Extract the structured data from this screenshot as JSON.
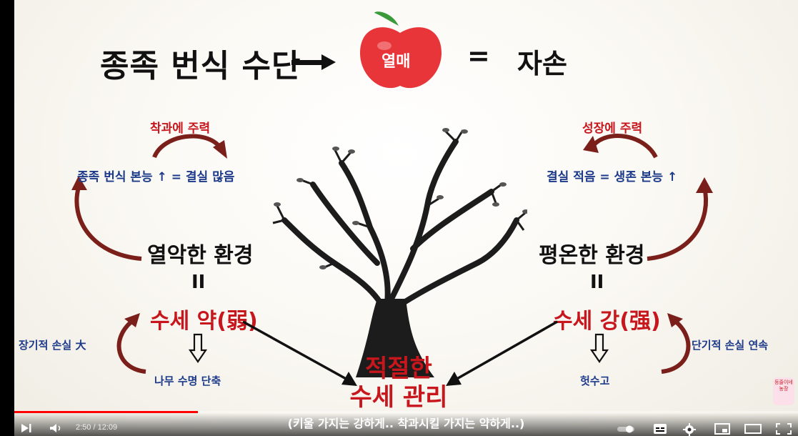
{
  "slide": {
    "title": "종족 번식 수단",
    "apple_label": "열매",
    "equals": "=",
    "result": "자손",
    "left_caption_top": "착과에 주력",
    "left_instinct": "종족 번식 본능 ↑  = 결실 많음",
    "left_env": "열악한 환경",
    "left_equal": "II",
    "left_species": "수세 약(弱)",
    "left_side": "장기적 손실 大",
    "left_bottom": "나무 수명 단축",
    "right_caption_top": "성장에 주력",
    "right_instinct": "결실 적음 = 생존 본능 ↑",
    "right_env": "평온한 환경",
    "right_equal": "II",
    "right_species": "수세 강(强)",
    "right_side": "단기적 손실 연속",
    "right_bottom": "헛수고",
    "center_line1": "적절한",
    "center_line2": "수세 관리",
    "subtitle": "(키울 가지는 강하게.. 착과시킬 가지는 약하게..)",
    "watermark": "등줄이네 농장"
  },
  "player": {
    "time": "2:50 / 12:09",
    "progress": 0.234
  },
  "colors": {
    "red": "#c8161d",
    "blue": "#1d3a8a",
    "arrow": "#7a1f1a",
    "apple": "#e8353a",
    "leaf": "#3a9a3a",
    "progress": "#ff0000"
  },
  "icons": [
    "play-icon",
    "volume-icon",
    "autoplay-toggle-icon",
    "subtitles-icon",
    "settings-icon",
    "miniplayer-icon",
    "theater-icon",
    "fullscreen-icon"
  ]
}
